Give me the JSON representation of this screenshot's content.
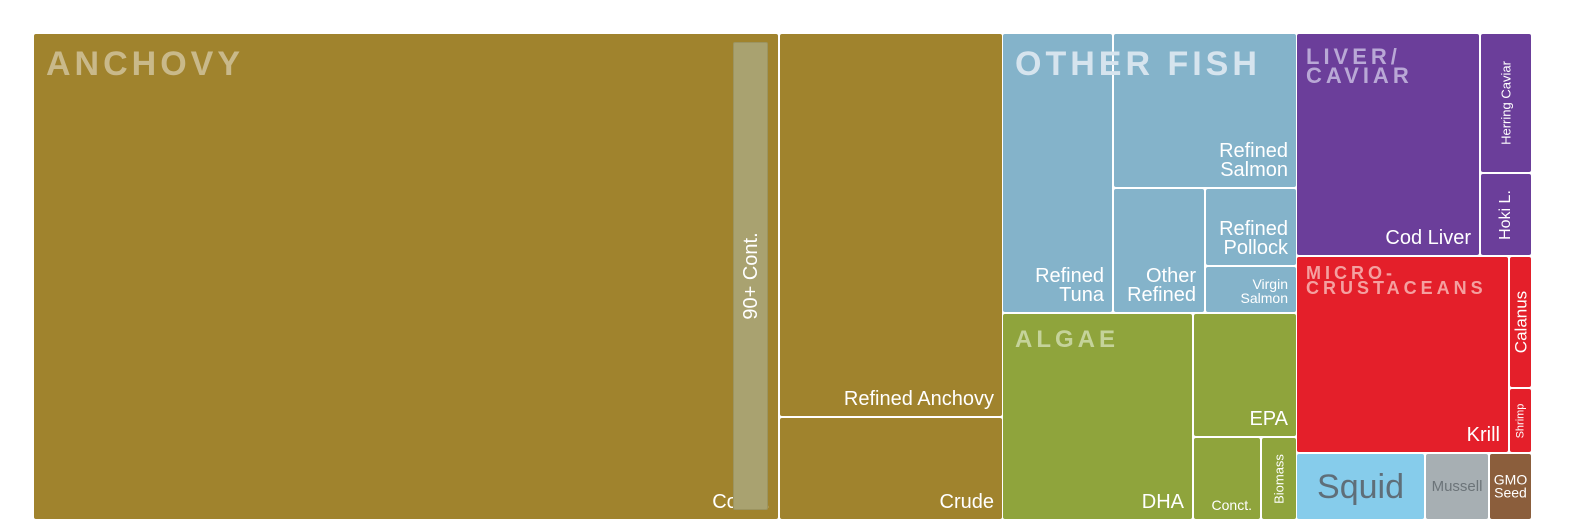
{
  "chart_data": {
    "type": "treemap",
    "title": "",
    "groups": [
      {
        "name": "ANCHOVY",
        "label_color": "#C9B98A",
        "color": "#A0832D",
        "items": [
          {
            "name": "Conct.",
            "value": 333
          },
          {
            "name": "90+ Cont.",
            "value": 15.3,
            "color": "#A9A270",
            "inset": true
          },
          {
            "name": "Refined Anchovy",
            "value": 84
          },
          {
            "name": "Crude",
            "value": 21
          }
        ]
      },
      {
        "name": "OTHER FISH",
        "label_color": "#D6E4EE",
        "color": "#84B3CA",
        "items": [
          {
            "name": "Refined\nTuna",
            "value": 30.3
          },
          {
            "name": "Refined\nSalmon",
            "value": 28.1
          },
          {
            "name": "Other\nRefined",
            "value": 15.6
          },
          {
            "name": "Refined\nPollock",
            "value": 8.8
          },
          {
            "name": "Virgin\nSalmon",
            "value": 5.3
          }
        ]
      },
      {
        "name": "ALGAE",
        "label_color": "#C5D39A",
        "color": "#8FA43C",
        "items": [
          {
            "name": "DHA",
            "value": 36.3
          },
          {
            "name": "EPA",
            "value": 15.4
          },
          {
            "name": "Conct.",
            "value": 7.3
          },
          {
            "name": "Biomass",
            "value": 3.5
          }
        ]
      },
      {
        "name": "LIVER/\nCAVIAR",
        "label_color": "#B9A8D6",
        "color": "#6B3E9A",
        "items": [
          {
            "name": "Cod Liver",
            "value": 40.0
          },
          {
            "name": "Herring Caviar",
            "value": 6.1
          },
          {
            "name": "Hoki L.",
            "value": 3.5
          }
        ]
      },
      {
        "name": "MICRO-\nCRUSTACEANS",
        "label_color": "#F4A0A0",
        "color": "#E41F2A",
        "items": [
          {
            "name": "Krill",
            "value": 39.0
          },
          {
            "name": "Calanus",
            "value": 2.4
          },
          {
            "name": "Shrimp",
            "value": 1.2
          }
        ]
      },
      {
        "name": "",
        "items": [
          {
            "name": "Squid",
            "value": 8.3,
            "color": "#86CCEB",
            "text_color": "#5F6E78"
          },
          {
            "name": "Mussell",
            "value": 4.0,
            "color": "#A7AFB3",
            "text_color": "#6C7479"
          },
          {
            "name": "GMO\nSeed",
            "value": 2.5,
            "color": "#8B5E3C",
            "text_color": "#FFFFFF"
          }
        ]
      }
    ]
  }
}
